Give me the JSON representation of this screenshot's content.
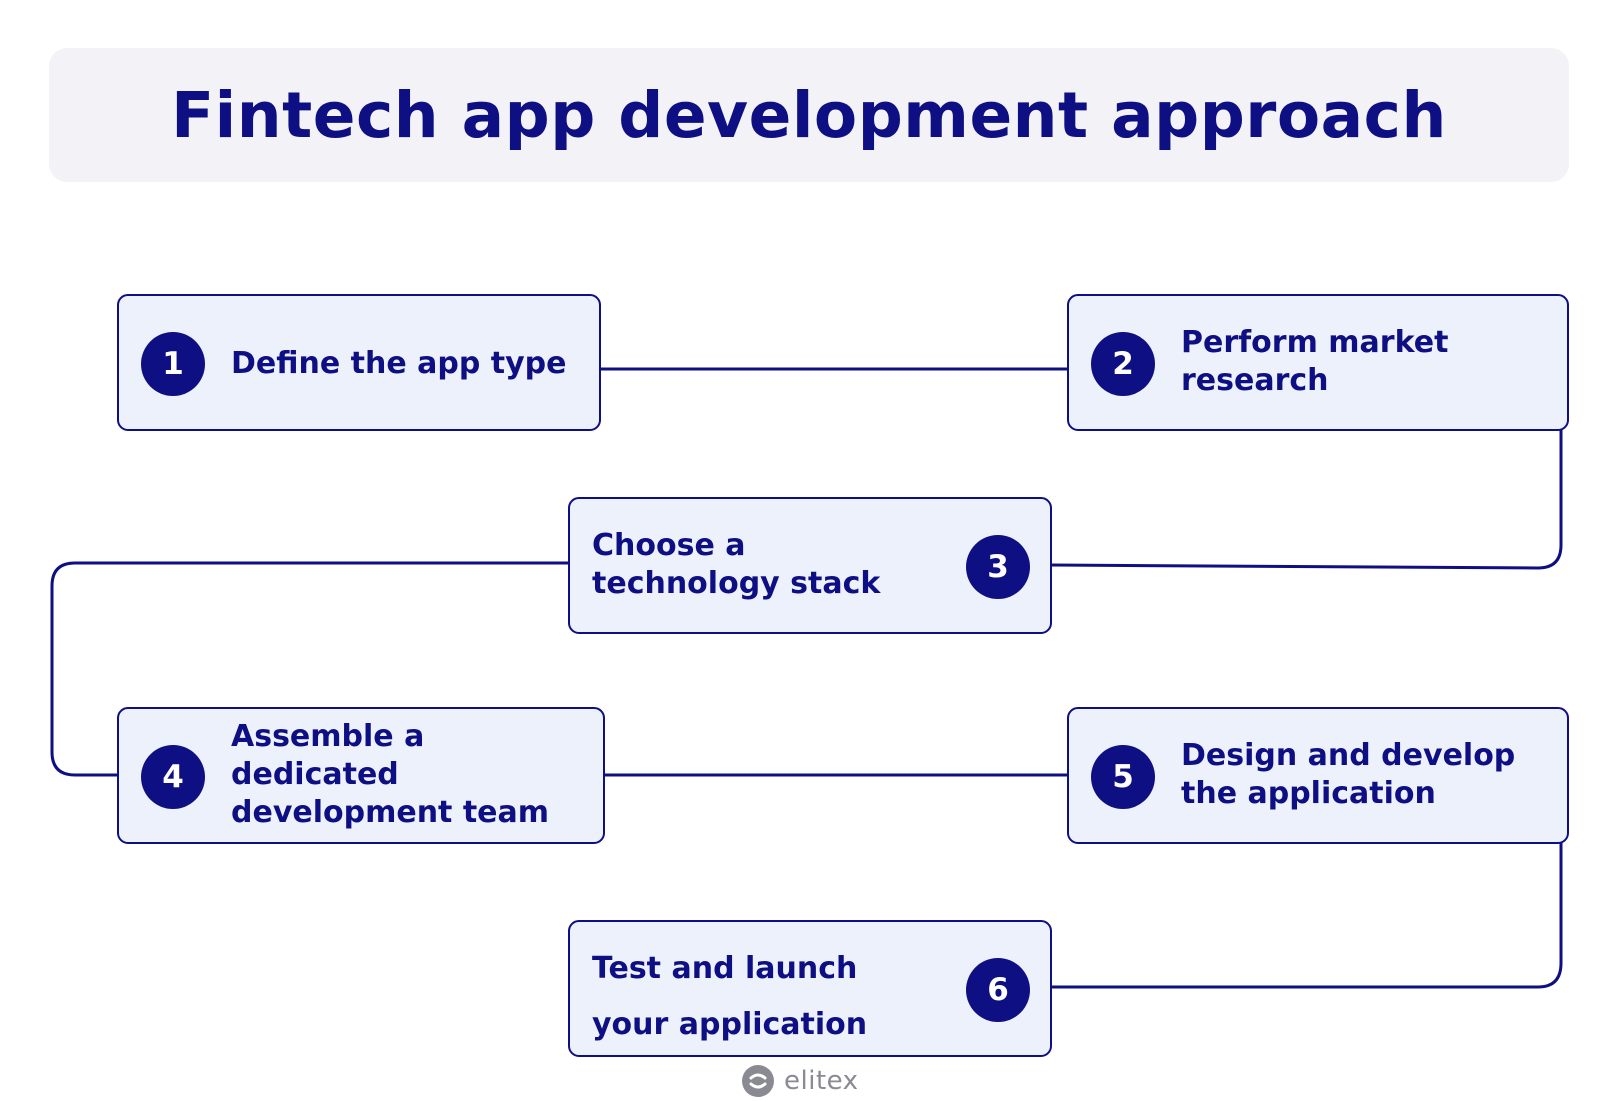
{
  "title": "Fintech app development approach",
  "steps": [
    {
      "number": "1",
      "label": "Define the app type"
    },
    {
      "number": "2",
      "label": "Perform market\nresearch"
    },
    {
      "number": "3",
      "label": "Choose a\ntechnology stack"
    },
    {
      "number": "4",
      "label": "Assemble a\ndedicated\ndevelopment team"
    },
    {
      "number": "5",
      "label": "Design and develop\nthe application"
    },
    {
      "number": "6",
      "label": "Test and launch\nyour application"
    }
  ],
  "logo": {
    "text": "elitex",
    "icon": "elitex-logo-icon"
  },
  "colors": {
    "accent": "#0f0f84",
    "card_fill": "#edf1fc",
    "title_bg": "#f2f2f7",
    "logo_gray": "#8a8a92"
  }
}
